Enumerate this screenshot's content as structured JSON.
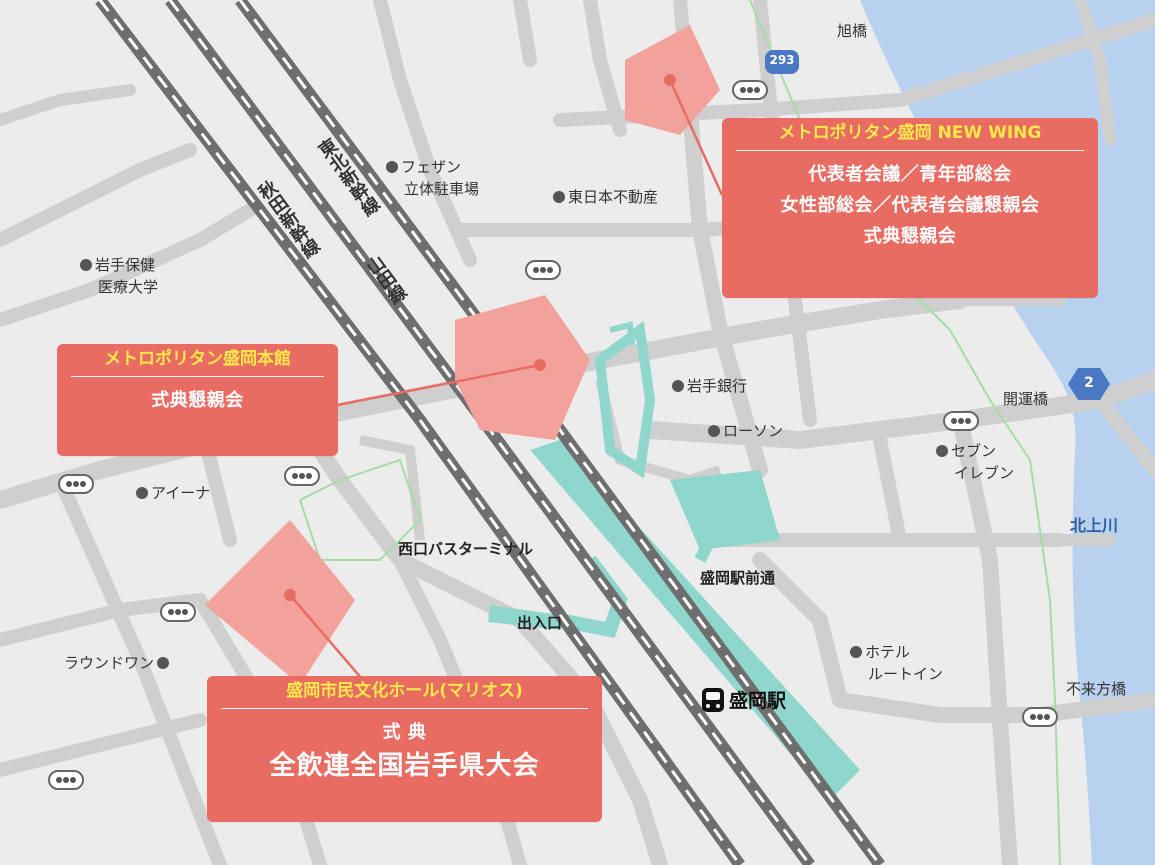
{
  "venues": {
    "new_wing": {
      "title": "メトロポリタン盛岡 NEW WING",
      "lines": [
        "代表者会議／青年部総会",
        "女性部総会／代表者会議懇親会",
        "式典懇親会"
      ]
    },
    "honkan": {
      "title": "メトロポリタン盛岡本館",
      "lines": [
        "式典懇親会"
      ]
    },
    "marios": {
      "title": "盛岡市民文化ホール(マリオス)",
      "lines": [
        "式 典",
        "全飲連全国岩手県大会"
      ]
    }
  },
  "pois": [
    {
      "name": "フェザン",
      "name2": "立体駐車場"
    },
    {
      "name": "東日本不動産"
    },
    {
      "name": "岩手保健",
      "name2": "医療大学"
    },
    {
      "name": "岩手銀行"
    },
    {
      "name": "ローソン"
    },
    {
      "name": "セブン",
      "name2": "イレブン"
    },
    {
      "name": "アイーナ"
    },
    {
      "name": "ホテル",
      "name2": "ルートイン"
    },
    {
      "name": "ラウンドワン"
    }
  ],
  "labels": {
    "asahibashi": "旭橋",
    "kaiunbashi": "開運橋",
    "fukigatabashi": "不来方橋",
    "kitakami": "北上川",
    "bus_terminal": "西口バスターミナル",
    "entrance": "出入口",
    "ekimae": "盛岡駅前通",
    "station": "盛岡駅",
    "tohoku_shinkansen": "東北新幹線",
    "akita_shinkansen": "秋田新幹線",
    "yamada_line": "山田線"
  },
  "route_numbers": [
    "293",
    "2"
  ],
  "colors": {
    "background": "#ececec",
    "road": "#cfcfcf",
    "river": "#b8d1ef",
    "venue_fill": "#f2a29a",
    "card": "#e96c63",
    "card_title": "#ffe94a",
    "station_area": "#8fd6cc",
    "rail": "#666666"
  }
}
